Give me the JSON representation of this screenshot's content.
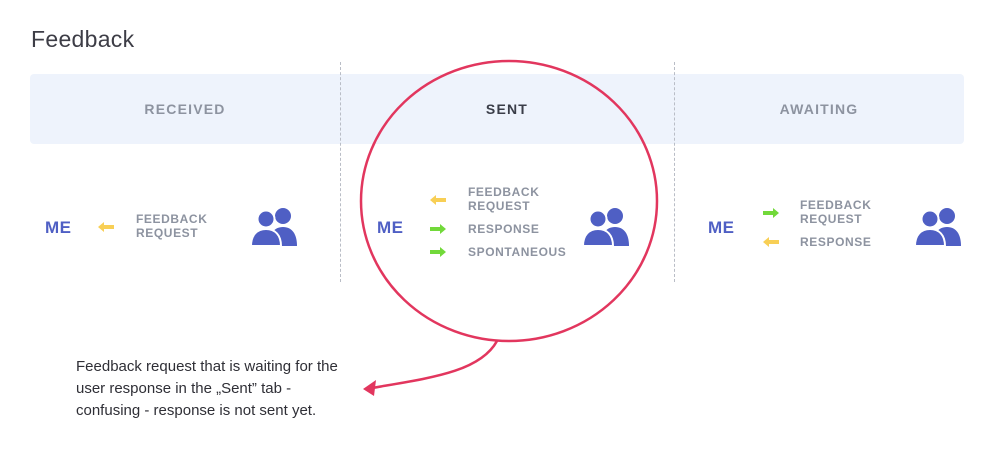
{
  "title": "Feedback",
  "tabs": [
    {
      "label": "RECEIVED",
      "active": false
    },
    {
      "label": "SENT",
      "active": true
    },
    {
      "label": "AWAITING",
      "active": false
    }
  ],
  "columns": [
    {
      "me": "ME",
      "items": [
        {
          "line1": "FEEDBACK",
          "line2": "REQUEST",
          "direction": "in"
        }
      ]
    },
    {
      "me": "ME",
      "items": [
        {
          "line1": "FEEDBACK",
          "line2": "REQUEST",
          "direction": "in"
        },
        {
          "line1": "RESPONSE",
          "line2": "",
          "direction": "out"
        },
        {
          "line1": "SPONTANEOUS",
          "line2": "",
          "direction": "out"
        }
      ]
    },
    {
      "me": "ME",
      "items": [
        {
          "line1": "FEEDBACK",
          "line2": "REQUEST",
          "direction": "out"
        },
        {
          "line1": "RESPONSE",
          "line2": "",
          "direction": "in"
        }
      ]
    }
  ],
  "annotation": "Feedback request that is waiting for the user response in the „Sent” tab - confusing - response is not sent yet.",
  "colors": {
    "in_arrow": "#f8cf55",
    "out_arrow": "#72d93a",
    "me": "#4f5fc4",
    "highlight": "#e2365e",
    "tabbar": "#eef3fc"
  },
  "icons": {
    "in_arrow": "arrow-left-icon",
    "out_arrow": "arrow-right-icon",
    "group": "user-group-icon"
  }
}
